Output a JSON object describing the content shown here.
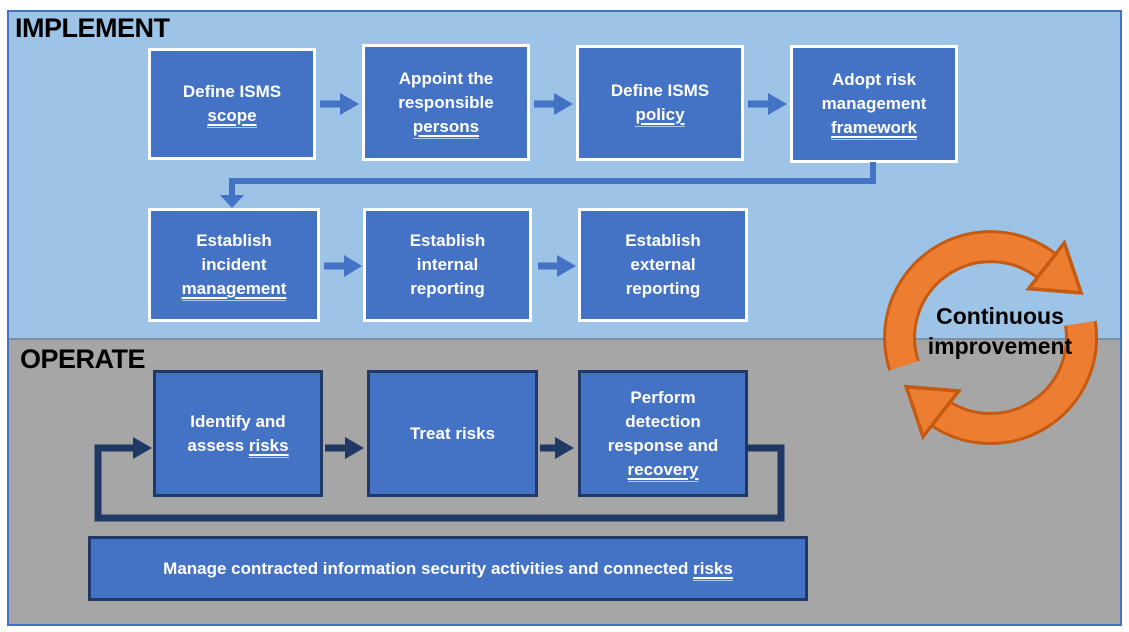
{
  "implement": {
    "title": "IMPLEMENT",
    "boxes": [
      {
        "main": "Define ISMS",
        "link": "scope"
      },
      {
        "main": "Appoint the responsible",
        "link": "persons"
      },
      {
        "main": "Define ISMS",
        "link": "policy"
      },
      {
        "main": "Adopt risk management",
        "link": "framework"
      },
      {
        "main": "Establish incident",
        "link": "management"
      },
      {
        "main": "Establish internal reporting",
        "link": ""
      },
      {
        "main": "Establish external reporting",
        "link": ""
      }
    ]
  },
  "operate": {
    "title": "OPERATE",
    "boxes": [
      {
        "main": "Identify and assess",
        "link": "risks"
      },
      {
        "main": "Treat risks",
        "link": ""
      },
      {
        "main": "Perform detection response and",
        "link": "recovery"
      },
      {
        "main": "Manage contracted information security activities and connected",
        "link": "risks"
      }
    ]
  },
  "cycle": {
    "label": "Continuous improvement"
  },
  "colors": {
    "implement_bg": "#9DC3E6",
    "operate_bg": "#A6A6A6",
    "box_fill": "#4472C4",
    "implement_box_border": "#FFFFFF",
    "operate_box_border": "#1F3864",
    "implement_arrow": "#4472C4",
    "operate_arrow": "#1F3864",
    "frame_border": "#4472C4",
    "cycle_orange": "#ED7D31",
    "cycle_orange_outline": "#C55A11",
    "heading_text": "#000000",
    "box_text": "#FFFFFF"
  }
}
